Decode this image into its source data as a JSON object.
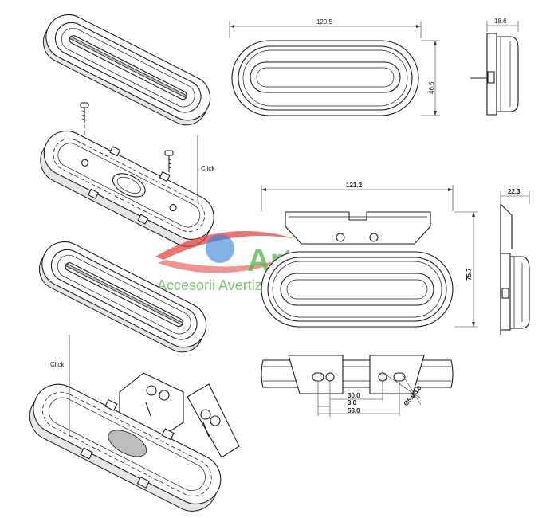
{
  "labels": {
    "click_top": "Click",
    "click_bottom": "Click"
  },
  "dimensions": {
    "top_width": "120.5",
    "top_height": "46.5",
    "top_depth": "18.6",
    "bracket_width": "121.2",
    "bracket_height": "75.7",
    "bracket_depth": "22.3",
    "hole_spacing_a": "30.0",
    "hole_spacing_b": "3.0",
    "hole_spacing_c": "53.0",
    "hole_dia_1": "Ø5.0",
    "hole_dia_2": "Ø5.0"
  },
  "watermark": {
    "brand": "Art",
    "tagline": "Accesorii Avertizari Luminoase",
    "colors": {
      "red": "#e23b3b",
      "blue": "#2f7fd6",
      "green": "#53b347"
    }
  }
}
